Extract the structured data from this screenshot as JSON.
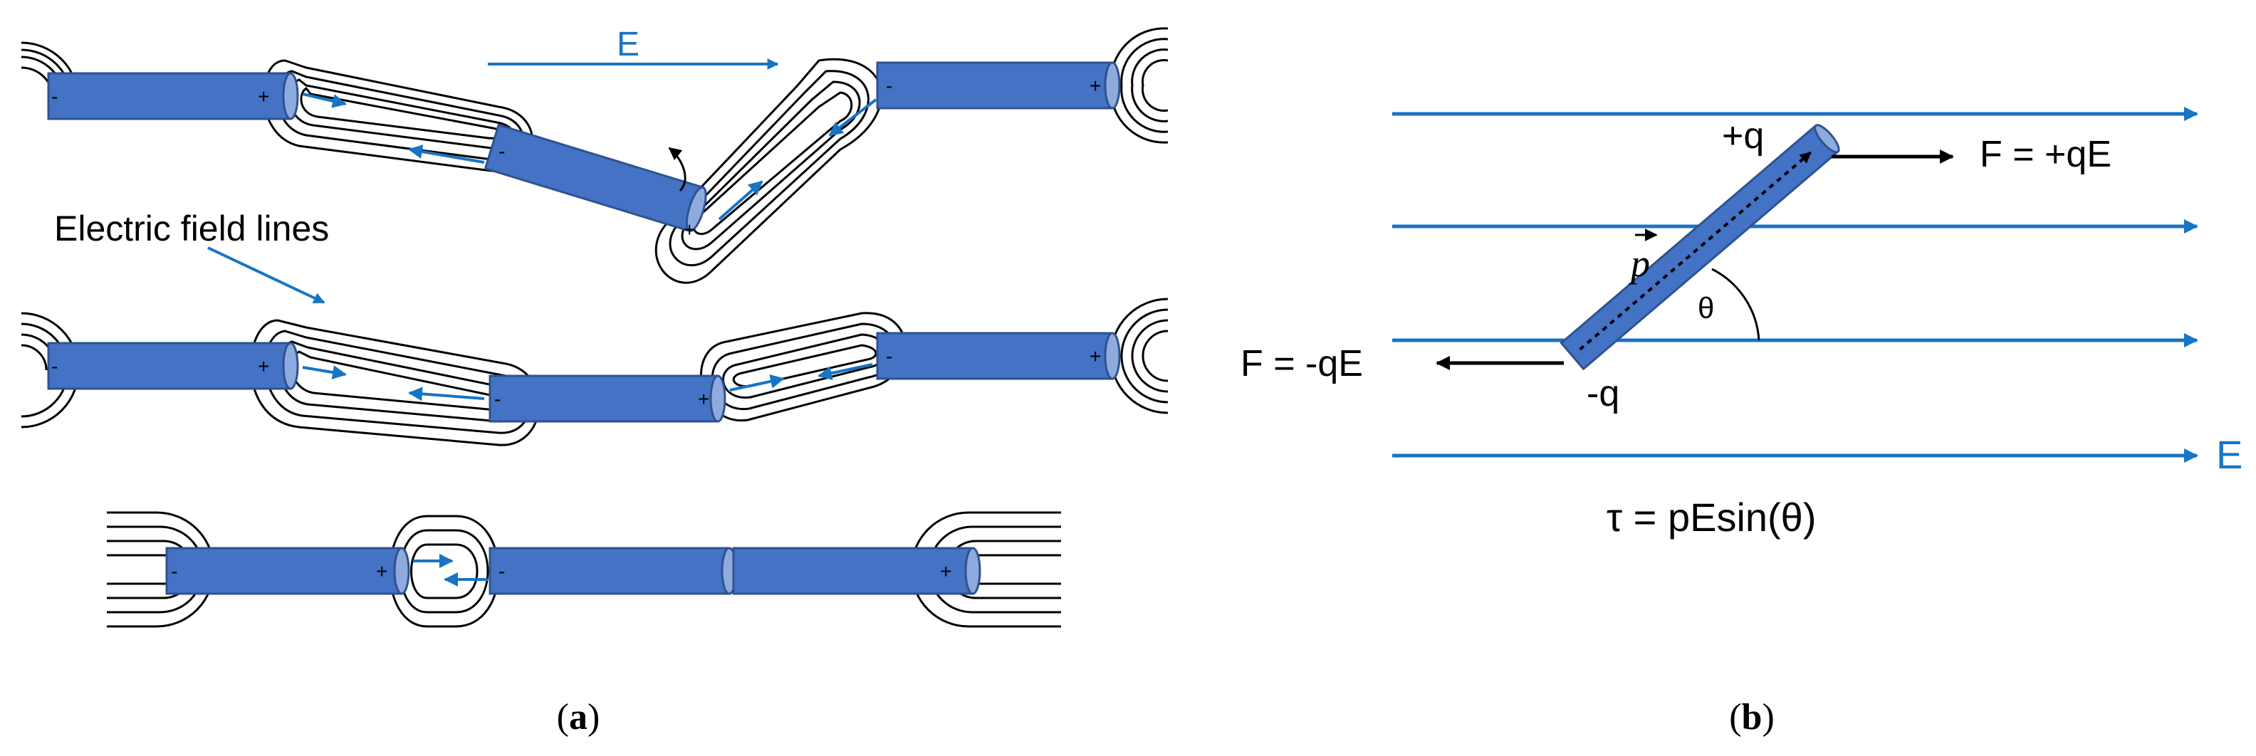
{
  "panel_a": {
    "field_label": "E",
    "lines_label": "Electric field lines",
    "caption_open": "(",
    "caption_letter": "a",
    "caption_close": ")",
    "minus": "-",
    "plus": "+"
  },
  "panel_b": {
    "plus_charge": "+q",
    "minus_charge": "-q",
    "force_plus": "F = +qE",
    "force_minus": "F = -qE",
    "angle": "θ",
    "dipole": "p",
    "field_label": "E",
    "torque": "τ = pEsin(θ)",
    "caption_open": "(",
    "caption_letter": "b",
    "caption_close": ")"
  },
  "colors": {
    "rod_fill": "#4472c4",
    "rod_edge": "#2f528f",
    "rod_cap": "#8faadc",
    "field_blue": "#1874c4",
    "line_black": "#000000"
  }
}
